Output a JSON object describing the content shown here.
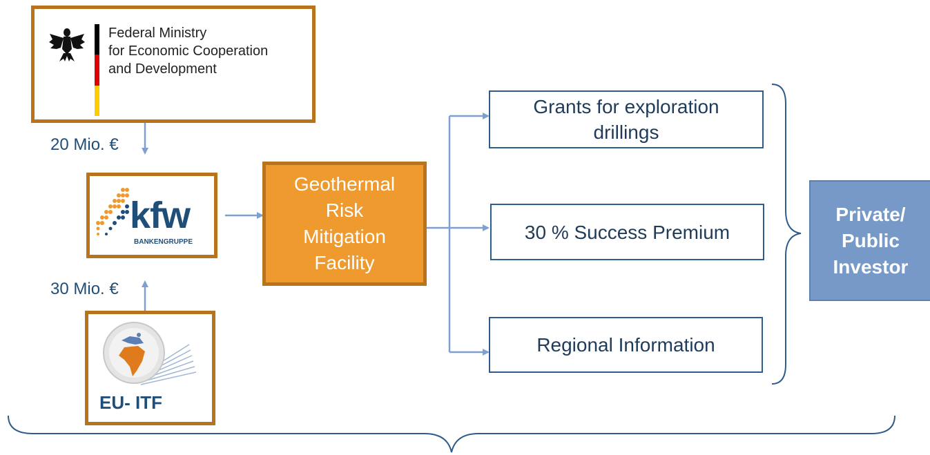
{
  "donor_bmz": {
    "text_line1": "Federal Ministry",
    "text_line2": "for Economic Cooperation",
    "text_line3": "and Development",
    "flag_colors": [
      "#000000",
      "#dd0000",
      "#ffcc00"
    ]
  },
  "funding": {
    "bmz_amount": "20 Mio. €",
    "euitf_amount": "30 Mio. €"
  },
  "kfw": {
    "wordmark": "kfw",
    "subline": "BANKENGRUPPE",
    "color": "#1f4e79",
    "accent": "#ee9a2e"
  },
  "euitf": {
    "label": "EU- ITF"
  },
  "facility": {
    "line1": "Geothermal",
    "line2": "Risk",
    "line3": "Mitigation",
    "line4": "Facility"
  },
  "outputs": {
    "grants_line1": "Grants for exploration",
    "grants_line2": "drillings",
    "premium": "30 % Success Premium",
    "regional": "Regional Information"
  },
  "investor": {
    "line1": "Private/",
    "line2": "Public",
    "line3": "Investor"
  },
  "colors": {
    "frame": "#b8731d",
    "facility": "#ee9a2e",
    "connector": "#7fa0cf",
    "investor": "#7699c7",
    "text_blue": "#1f4e79"
  }
}
